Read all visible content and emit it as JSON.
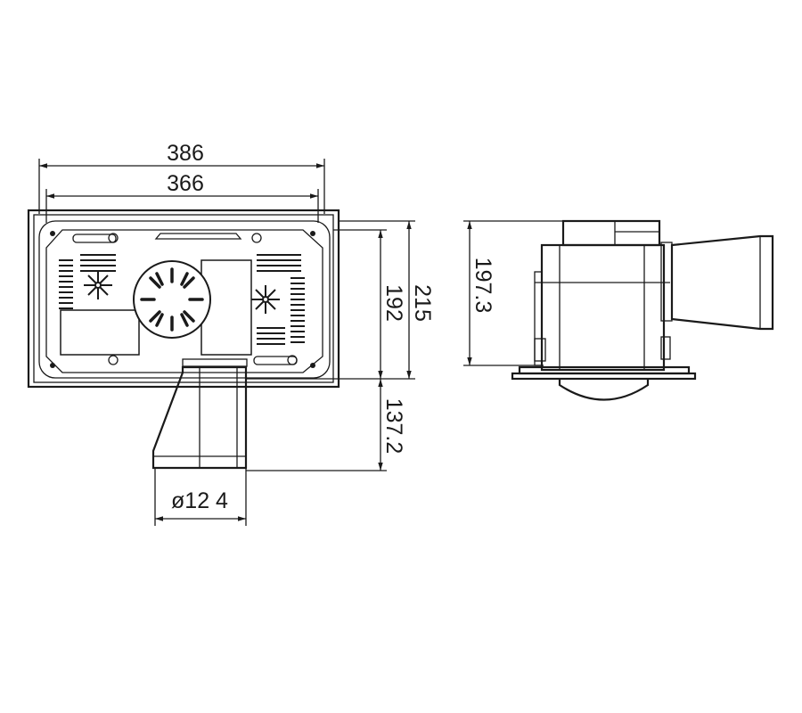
{
  "diagram": {
    "front_view": {
      "width_outer": "386",
      "width_inner": "366",
      "height_inner": "192",
      "height_outer": "215",
      "duct_depth": "137.2",
      "duct_diameter": "ø12 4"
    },
    "side_view": {
      "height": "197.3"
    }
  }
}
